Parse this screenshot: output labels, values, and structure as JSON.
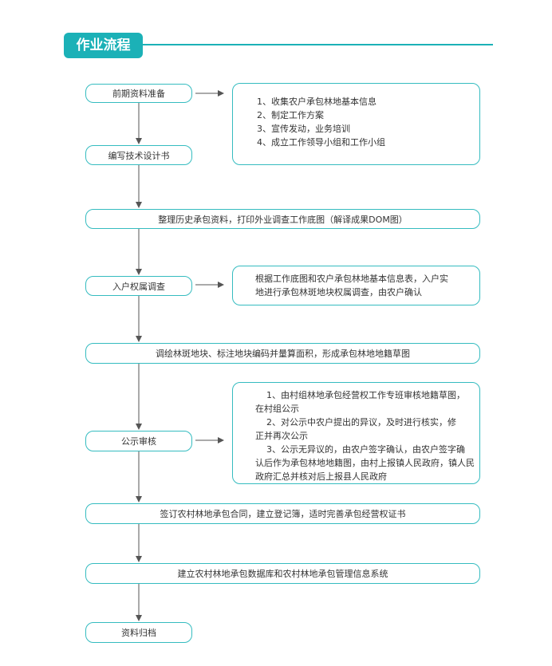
{
  "title": "作业流程",
  "steps": {
    "s1": "前期资料准备",
    "s2": "编写技术设计书",
    "s3": "整理历史承包资料，打印外业调查工作底图（解译成果DOM图）",
    "s4": "入户权属调查",
    "s5": "调绘林斑地块、标注地块编码并量算面积，形成承包林地地籍草图",
    "s6": "公示审核",
    "s7": "签订农村林地承包合同，建立登记簿，适时完善承包经营权证书",
    "s8": "建立农村林地承包数据库和农村林地承包管理信息系统",
    "s9": "资料归档"
  },
  "notes": {
    "n1": [
      "1、收集农户承包林地基本信息",
      "2、制定工作方案",
      "3、宣传发动，业务培训",
      "4、成立工作领导小组和工作小组"
    ],
    "n2": [
      "根据工作底图和农户承包林地基本信息表，入户实",
      "地进行承包林斑地块权属调查，由农户确认"
    ],
    "n3": [
      "1、由村组林地承包经营权工作专班审核地籍草图，",
      "在村组公示",
      "2、对公示中农户提出的异议，及时进行核实，修",
      "正并再次公示",
      "3、公示无异议的，由农户签字确认，由农户签字确",
      "认后作为承包林地地籍图，由村上报镇人民政府，镇人民",
      "政府汇总并核对后上报县人民政府"
    ]
  }
}
